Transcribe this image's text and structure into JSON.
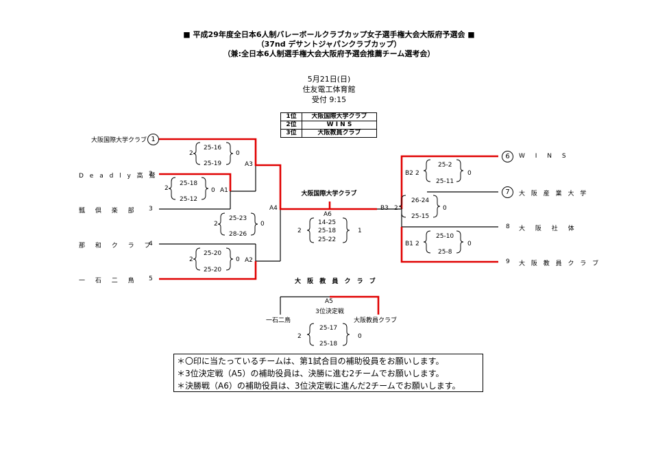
{
  "header": {
    "title": "■ 平成29年度全日本6人制バレーボールクラブカップ女子選手権大会大阪府予選会 ■",
    "subtitle1": "（37nd デサントジャパンクラブカップ）",
    "subtitle2": "（兼:全日本6人制選手権大会大阪府予選会推薦チーム選考会）",
    "date": "5月21日(日)",
    "venue": "住友電工体育館",
    "reception": "受付 9:15"
  },
  "results": [
    {
      "rank": "1位",
      "team": "大阪国際大学クラブ"
    },
    {
      "rank": "2位",
      "team": "W I N S"
    },
    {
      "rank": "3位",
      "team": "大阪教員クラブ"
    }
  ],
  "left_teams": [
    {
      "name": "大阪国際大学クラブ",
      "num": "1",
      "circled": true
    },
    {
      "name": "D e a d l y 高 鷲",
      "num": "2",
      "circled": false
    },
    {
      "name": "瓢 倶 楽 部",
      "num": "3",
      "circled": false
    },
    {
      "name": "那 和 ク ラ ブ",
      "num": "4",
      "circled": false
    },
    {
      "name": "一 石 二 鳥",
      "num": "5",
      "circled": false
    }
  ],
  "right_teams": [
    {
      "num": "6",
      "name": "W I N S",
      "circled": true
    },
    {
      "num": "7",
      "name": "大 阪 産 業 大 学",
      "circled": true
    },
    {
      "num": "8",
      "name": "大 阪 社 体",
      "circled": false
    },
    {
      "num": "9",
      "name": "大 阪 教 員 ク ラ ブ",
      "circled": false
    }
  ],
  "matches": {
    "a1": {
      "label": "A1",
      "left": "2",
      "right": "0",
      "sets": [
        "25-18",
        "25-12"
      ]
    },
    "a2": {
      "label": "A2",
      "left": "2",
      "right": "0",
      "sets": [
        "25-20",
        "25-20"
      ]
    },
    "a3": {
      "label": "A3",
      "left": "2",
      "right": "0",
      "sets": [
        "25-16",
        "25-19"
      ]
    },
    "a4": {
      "label": "A4",
      "left": "2",
      "right": "0",
      "sets": [
        "25-23",
        "28-26"
      ]
    },
    "b1": {
      "label": "B1",
      "left": "2",
      "right": "0",
      "sets": [
        "25-10",
        "25-8"
      ]
    },
    "b2": {
      "label": "B2",
      "left": "2",
      "right": "0",
      "sets": [
        "25-2",
        "25-11"
      ]
    },
    "b3": {
      "label": "B3",
      "left": "2",
      "right": "0",
      "sets": [
        "26-24",
        "25-15"
      ]
    },
    "a6": {
      "label": "A6",
      "left": "2",
      "right": "1",
      "sets": [
        "14-25",
        "25-18",
        "25-22"
      ],
      "winner": "大阪国際大学クラブ"
    },
    "a5": {
      "label": "A5",
      "title": "3位決定戦",
      "left": "2",
      "right": "0",
      "sets": [
        "25-17",
        "25-18"
      ],
      "winner": "大 阪 教 員 ク ラ ブ",
      "team_left": "一石二鳥",
      "team_right": "大阪教員クラブ"
    }
  },
  "notes": [
    "＊〇印に当たっているチームは、第1試合目の補助役員をお願いします。",
    "＊3位決定戦（A5）の補助役員は、決勝に進む2チームでお願いします。",
    "＊決勝戦（A6）の補助役員は、3位決定戦に進んだ2チームでお願いします。"
  ],
  "colors": {
    "win_line": "#e00000",
    "line": "#000000"
  }
}
